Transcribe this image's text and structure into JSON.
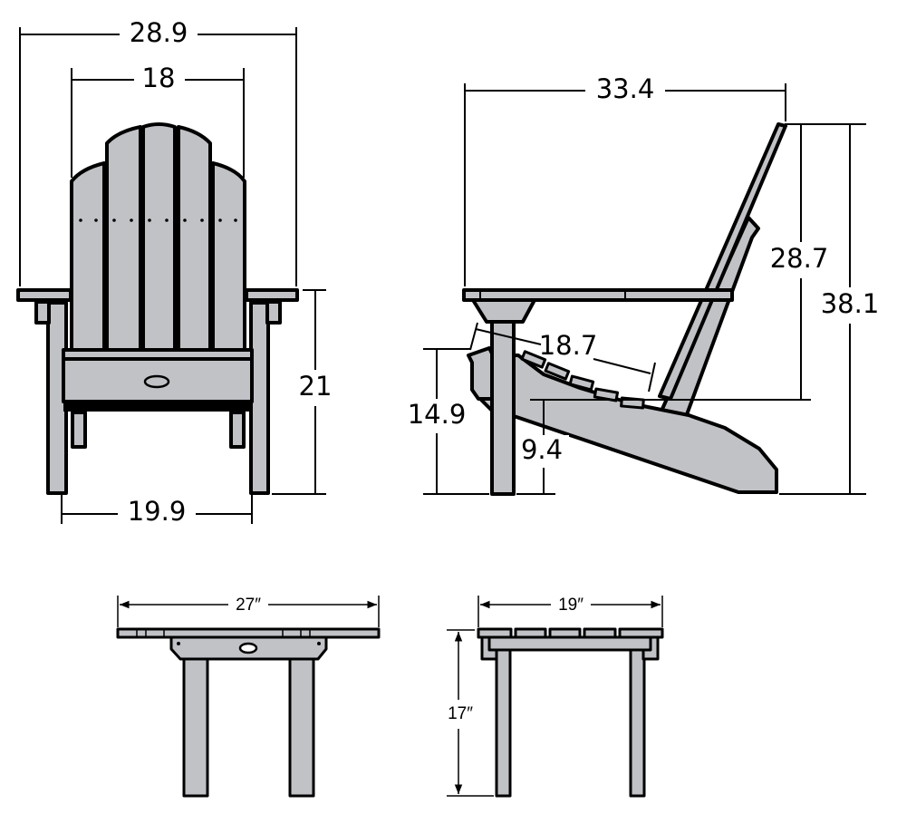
{
  "chair_front": {
    "overall_width": "28.9",
    "back_width": "18",
    "arm_height": "21",
    "seat_width": "19.9"
  },
  "chair_side": {
    "overall_depth": "33.4",
    "back_height_from_seat": "28.7",
    "overall_height": "38.1",
    "seat_depth": "18.7",
    "seat_front_height": "14.9",
    "seat_rear_height": "9.4"
  },
  "table_front": {
    "width": "27″"
  },
  "table_side": {
    "depth": "19″",
    "height": "17″"
  },
  "colors": {
    "fill": "#c1c2c6",
    "outline": "#000000"
  }
}
